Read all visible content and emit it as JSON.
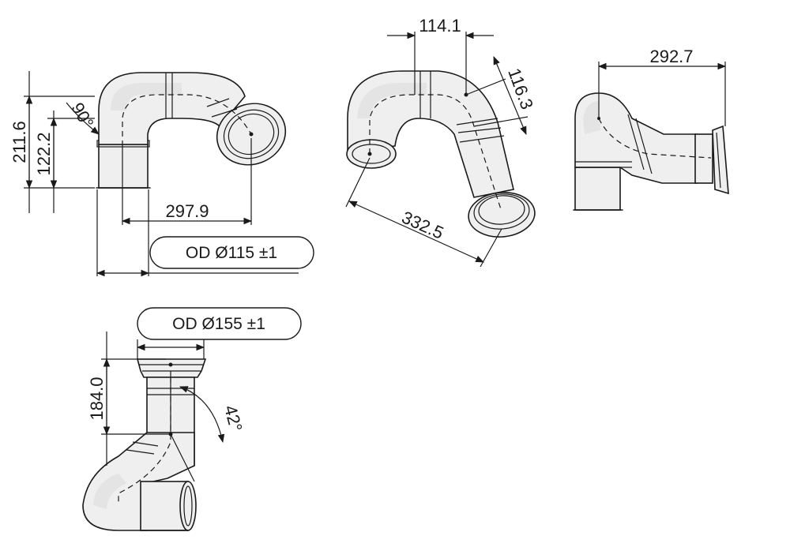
{
  "views": {
    "front": {
      "dim_total_height": "211.6",
      "dim_outlet_height": "122.2",
      "dim_angle": "90°",
      "dim_center_width": "297.9",
      "callout_od_small": "OD  Ø115 ±1"
    },
    "iso": {
      "dim_top": "114.1",
      "dim_right": "116.3",
      "dim_length": "332.5"
    },
    "side": {
      "dim_width": "292.7"
    },
    "bottom": {
      "callout_od_large": "OD  Ø155 ±1",
      "dim_height": "184.0",
      "dim_angle": "42°"
    }
  }
}
